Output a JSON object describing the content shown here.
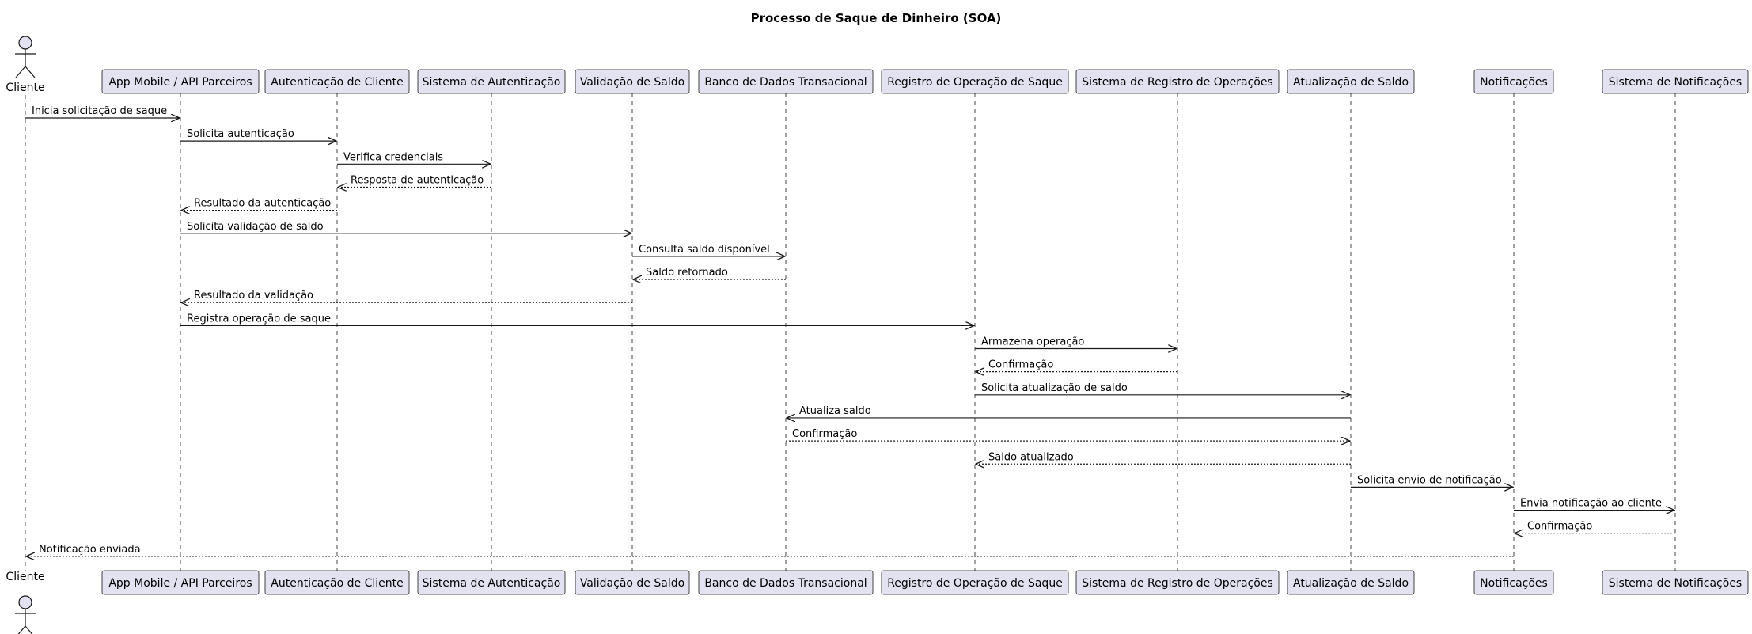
{
  "diagram": {
    "title": "Processo de Saque de Dinheiro (SOA)",
    "participants": [
      {
        "id": "cliente",
        "label": "Cliente",
        "kind": "actor"
      },
      {
        "id": "app",
        "label": "App Mobile / API Parceiros",
        "kind": "participant"
      },
      {
        "id": "autcli",
        "label": "Autenticação de Cliente",
        "kind": "participant"
      },
      {
        "id": "sisaut",
        "label": "Sistema de Autenticação",
        "kind": "participant"
      },
      {
        "id": "valsaldo",
        "label": "Validação de Saldo",
        "kind": "participant"
      },
      {
        "id": "bd",
        "label": "Banco de Dados Transacional",
        "kind": "participant"
      },
      {
        "id": "regop",
        "label": "Registro de Operação de Saque",
        "kind": "participant"
      },
      {
        "id": "sisreg",
        "label": "Sistema de Registro de Operações",
        "kind": "participant"
      },
      {
        "id": "atusaldo",
        "label": "Atualização de Saldo",
        "kind": "participant"
      },
      {
        "id": "notif",
        "label": "Notificações",
        "kind": "participant"
      },
      {
        "id": "sisnotif",
        "label": "Sistema de Notificações",
        "kind": "participant"
      }
    ],
    "messages": [
      {
        "from": "cliente",
        "to": "app",
        "label": "Inicia solicitação de saque",
        "style": "solid"
      },
      {
        "from": "app",
        "to": "autcli",
        "label": "Solicita autenticação",
        "style": "solid"
      },
      {
        "from": "autcli",
        "to": "sisaut",
        "label": "Verifica credenciais",
        "style": "solid"
      },
      {
        "from": "sisaut",
        "to": "autcli",
        "label": "Resposta de autenticação",
        "style": "dashed"
      },
      {
        "from": "autcli",
        "to": "app",
        "label": "Resultado da autenticação",
        "style": "dashed"
      },
      {
        "from": "app",
        "to": "valsaldo",
        "label": "Solicita validação de saldo",
        "style": "solid"
      },
      {
        "from": "valsaldo",
        "to": "bd",
        "label": "Consulta saldo disponível",
        "style": "solid"
      },
      {
        "from": "bd",
        "to": "valsaldo",
        "label": "Saldo retornado",
        "style": "dashed"
      },
      {
        "from": "valsaldo",
        "to": "app",
        "label": "Resultado da validação",
        "style": "dashed"
      },
      {
        "from": "app",
        "to": "regop",
        "label": "Registra operação de saque",
        "style": "solid"
      },
      {
        "from": "regop",
        "to": "sisreg",
        "label": "Armazena operação",
        "style": "solid"
      },
      {
        "from": "sisreg",
        "to": "regop",
        "label": "Confirmação",
        "style": "dashed"
      },
      {
        "from": "regop",
        "to": "atusaldo",
        "label": "Solicita atualização de saldo",
        "style": "solid"
      },
      {
        "from": "atusaldo",
        "to": "bd",
        "label": "Atualiza saldo",
        "style": "solid"
      },
      {
        "from": "bd",
        "to": "atusaldo",
        "label": "Confirmação",
        "style": "dashed"
      },
      {
        "from": "atusaldo",
        "to": "regop",
        "label": "Saldo atualizado",
        "style": "dashed"
      },
      {
        "from": "atusaldo",
        "to": "notif",
        "label": "Solicita envio de notificação",
        "style": "solid"
      },
      {
        "from": "notif",
        "to": "sisnotif",
        "label": "Envia notificação ao cliente",
        "style": "solid"
      },
      {
        "from": "sisnotif",
        "to": "notif",
        "label": "Confirmação",
        "style": "dashed"
      },
      {
        "from": "notif",
        "to": "cliente",
        "label": "Notificação enviada",
        "style": "dashed"
      }
    ],
    "colors": {
      "participant_fill": "#e2e2f0",
      "line": "#181818",
      "text": "#000000",
      "background": "#ffffff"
    }
  }
}
